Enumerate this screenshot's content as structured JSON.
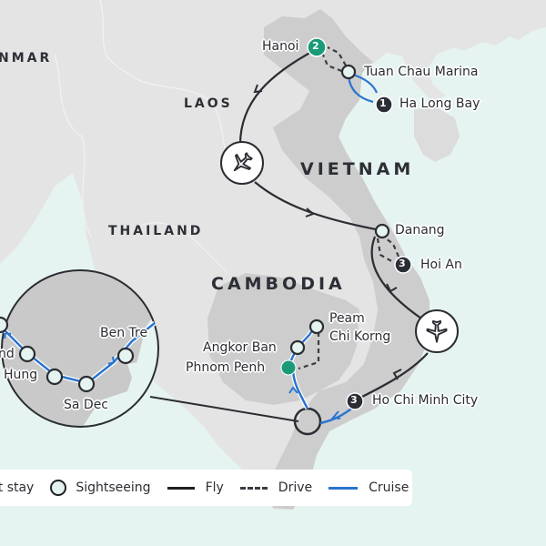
{
  "map": {
    "colors": {
      "sea": "#e6f4f1",
      "land_other": "#e4e4e4",
      "land_highlight": "#cdcdcd",
      "route_fly": "#2b2d33",
      "route_drive": "#3a3c42",
      "route_cruise": "#2a74d0",
      "overnight_green": "#1a9a78",
      "overnight_dark": "#2b2d36"
    },
    "countries": [
      {
        "name": "NMAR",
        "full": "MYANMAR"
      },
      {
        "name": "LAOS"
      },
      {
        "name": "THAILAND"
      },
      {
        "name": "VIETNAM"
      },
      {
        "name": "CAMBODIA"
      }
    ],
    "places": [
      {
        "name": "Hanoi",
        "nights": "2",
        "type": "overnight-start"
      },
      {
        "name": "Tuan Chau Marina",
        "type": "sightseeing"
      },
      {
        "name": "Ha Long Bay",
        "nights": "1",
        "type": "overnight"
      },
      {
        "name": "Danang",
        "type": "sightseeing"
      },
      {
        "name": "Hoi An",
        "nights": "3",
        "type": "overnight"
      },
      {
        "name": "Ho Chi Minh City",
        "nights": "3",
        "type": "overnight"
      },
      {
        "name": "Peam Chi Korng",
        "line1": "Peam",
        "line2": "Chi Korng",
        "type": "sightseeing"
      },
      {
        "name": "Angkor Ban",
        "type": "sightseeing"
      },
      {
        "name": "Phnom Penh",
        "type": "overnight-end"
      }
    ],
    "inset": {
      "places": [
        {
          "name": "Ben Tre"
        },
        {
          "name": "Sa Dec"
        },
        {
          "name": "Hung",
          "partial": true
        },
        {
          "name": "nd",
          "partial": true
        }
      ]
    },
    "flight_icons": [
      {
        "name": "plane-icon-north"
      },
      {
        "name": "plane-icon-south"
      }
    ]
  },
  "legend": {
    "items": [
      {
        "label": "ght stay",
        "full": "Overnight stay"
      },
      {
        "label": "Sightseeing"
      },
      {
        "label": "Fly"
      },
      {
        "label": "Drive"
      },
      {
        "label": "Cruise"
      }
    ]
  }
}
